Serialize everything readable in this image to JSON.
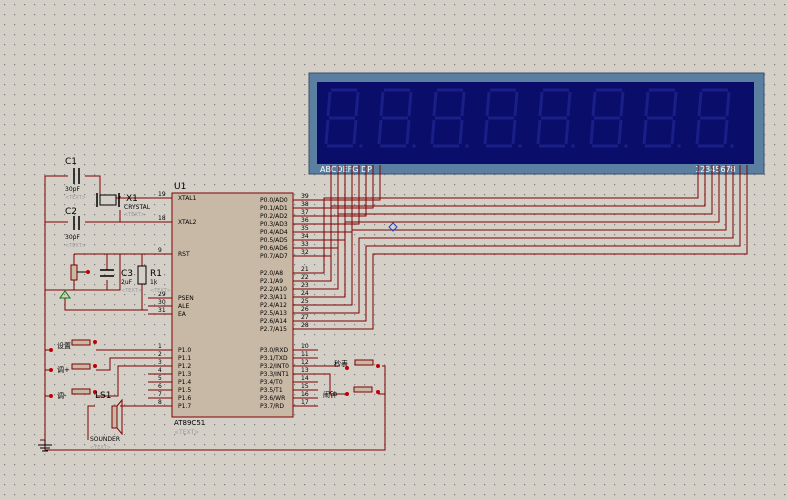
{
  "colors": {
    "background": "#d4d0c8",
    "grid_dot": "#7a7a7a",
    "wire": "#800000",
    "chip_fill": "#c8b9a6",
    "display_fill": "#0a0d6a",
    "display_bezel": "#5a7fa0",
    "segment": "#1a1f88",
    "label": "#000000",
    "dim_label": "#9a9a9a",
    "bus_marker": "#2040c0"
  },
  "chip": {
    "ref": "U1",
    "part": "AT89C51",
    "text_tag": "<TEXT>",
    "left_pins": [
      {
        "num": "19",
        "name": "XTAL1"
      },
      {
        "num": "18",
        "name": "XTAL2"
      },
      {
        "num": "9",
        "name": "RST"
      },
      {
        "num": "29",
        "name": "PSEN"
      },
      {
        "num": "30",
        "name": "ALE"
      },
      {
        "num": "31",
        "name": "EA"
      },
      {
        "num": "1",
        "name": "P1.0"
      },
      {
        "num": "2",
        "name": "P1.1"
      },
      {
        "num": "3",
        "name": "P1.2"
      },
      {
        "num": "4",
        "name": "P1.3"
      },
      {
        "num": "5",
        "name": "P1.4"
      },
      {
        "num": "6",
        "name": "P1.5"
      },
      {
        "num": "7",
        "name": "P1.6"
      },
      {
        "num": "8",
        "name": "P1.7"
      }
    ],
    "right_pins": [
      {
        "num": "39",
        "name": "P0.0/AD0"
      },
      {
        "num": "38",
        "name": "P0.1/AD1"
      },
      {
        "num": "37",
        "name": "P0.2/AD2"
      },
      {
        "num": "36",
        "name": "P0.3/AD3"
      },
      {
        "num": "35",
        "name": "P0.4/AD4"
      },
      {
        "num": "34",
        "name": "P0.5/AD5"
      },
      {
        "num": "33",
        "name": "P0.6/AD6"
      },
      {
        "num": "32",
        "name": "P0.7/AD7"
      },
      {
        "num": "21",
        "name": "P2.0/A8"
      },
      {
        "num": "22",
        "name": "P2.1/A9"
      },
      {
        "num": "23",
        "name": "P2.2/A10"
      },
      {
        "num": "24",
        "name": "P2.3/A11"
      },
      {
        "num": "25",
        "name": "P2.4/A12"
      },
      {
        "num": "26",
        "name": "P2.5/A13"
      },
      {
        "num": "27",
        "name": "P2.6/A14"
      },
      {
        "num": "28",
        "name": "P2.7/A15"
      },
      {
        "num": "10",
        "name": "P3.0/RXD"
      },
      {
        "num": "11",
        "name": "P3.1/TXD"
      },
      {
        "num": "12",
        "name": "P3.2/INT0"
      },
      {
        "num": "13",
        "name": "P3.3/INT1"
      },
      {
        "num": "14",
        "name": "P3.4/T0"
      },
      {
        "num": "15",
        "name": "P3.5/T1"
      },
      {
        "num": "16",
        "name": "P3.6/WR"
      },
      {
        "num": "17",
        "name": "P3.7/RD"
      }
    ]
  },
  "display": {
    "segment_label": "ABCDEFG DP",
    "digit_label": "12345678",
    "digits": 8
  },
  "components": {
    "c1": {
      "ref": "C1",
      "value": "30pF",
      "tag": "<TEXT>"
    },
    "c2": {
      "ref": "C2",
      "value": "30pF",
      "tag": "<TEXT>"
    },
    "x1": {
      "ref": "X1",
      "value": "CRYSTAL",
      "tag": "<TEXT>"
    },
    "c3": {
      "ref": "C3",
      "value": "2uF",
      "tag": "<TEXT>"
    },
    "r1": {
      "ref": "R1",
      "value": "1k",
      "tag": "<TEXT>"
    },
    "ls1": {
      "ref": "LS1",
      "value": "SOUNDER",
      "tag": "<TEXT>"
    }
  },
  "buttons": {
    "p10_label": "设置",
    "p11_label": "调+",
    "p12_label": "调-",
    "p33_label": "秒表",
    "p34_label": "闹钟"
  }
}
